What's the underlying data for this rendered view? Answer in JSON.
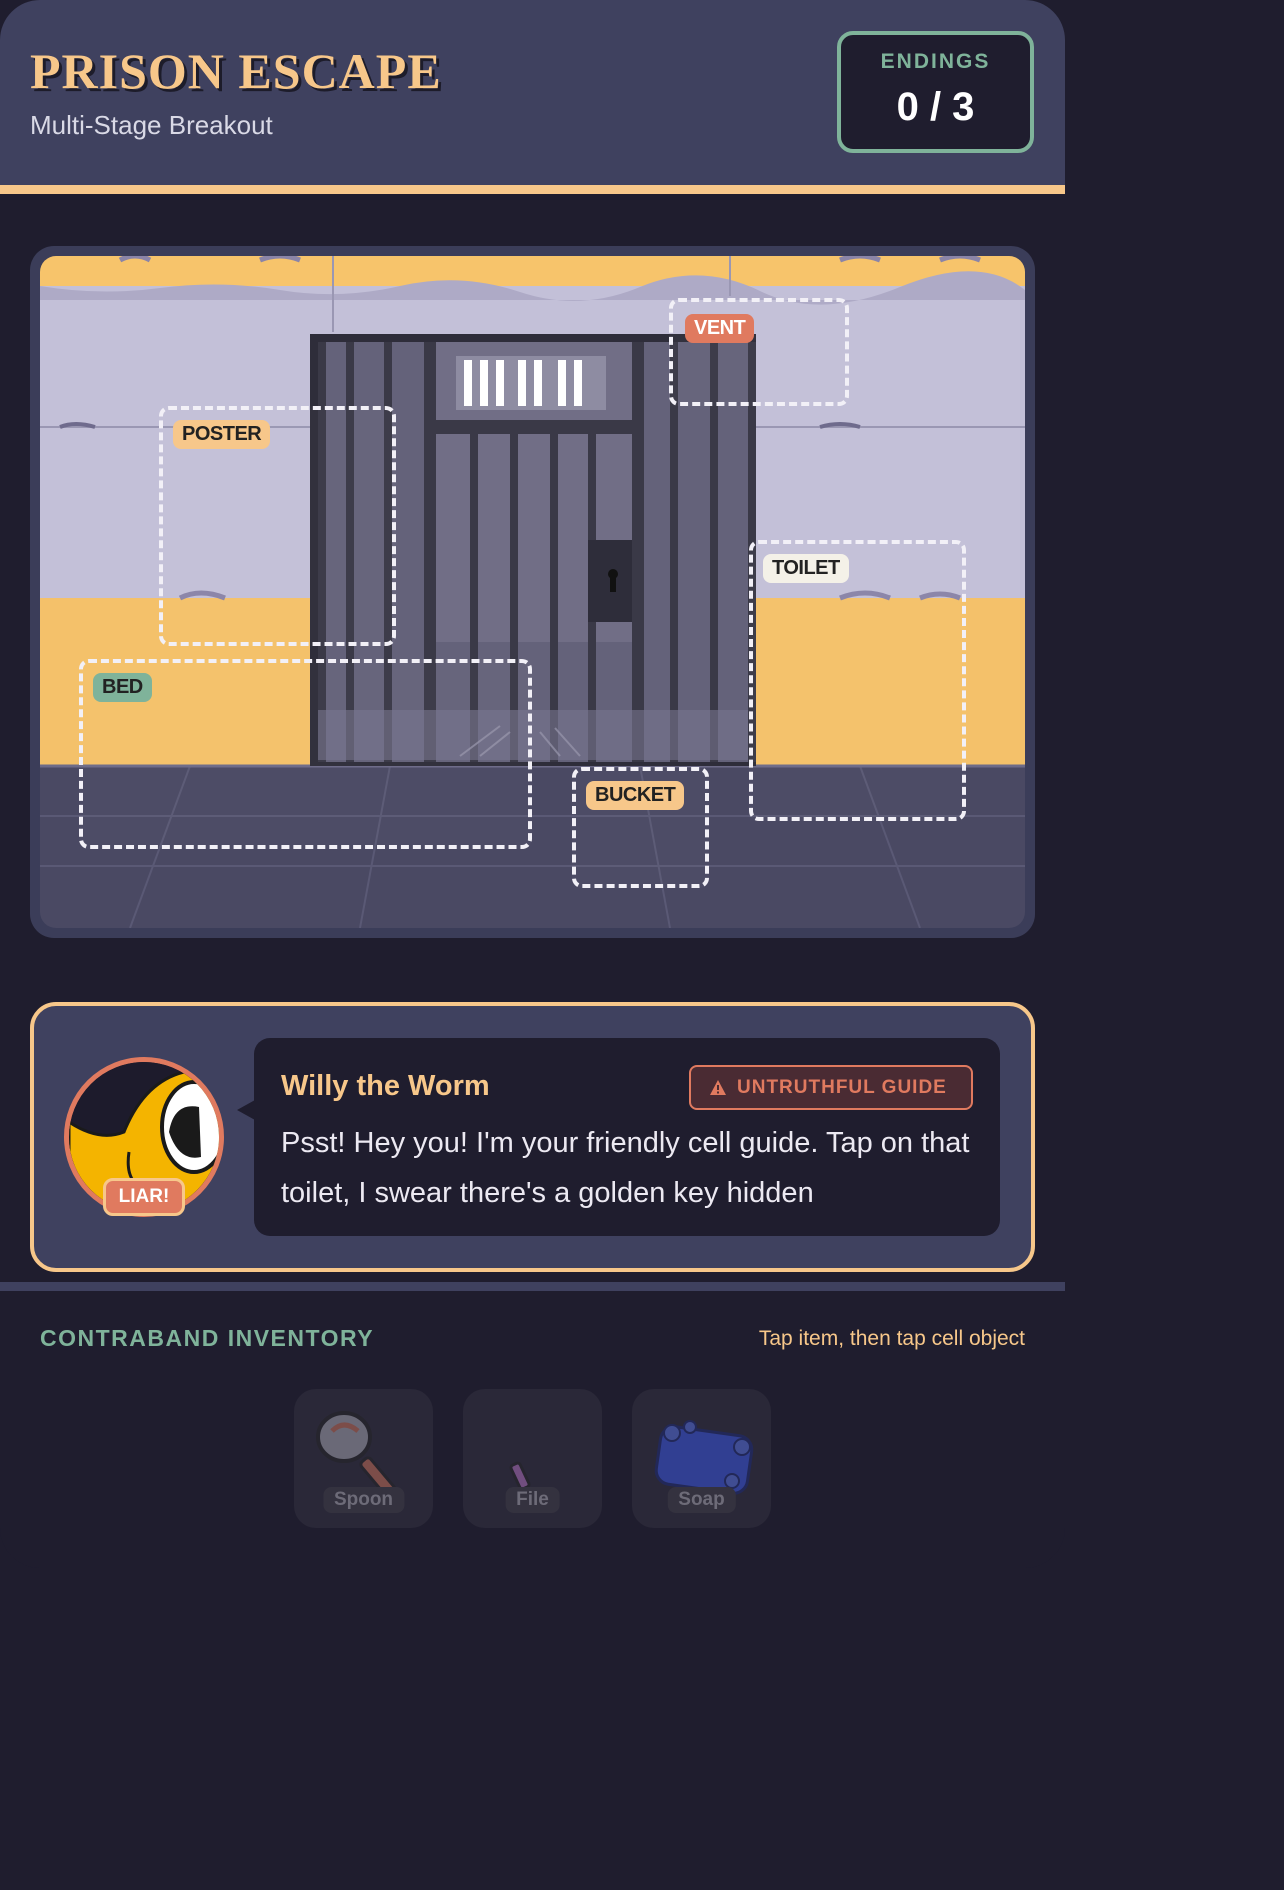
{
  "header": {
    "title": "PRISON ESCAPE",
    "subtitle": "Multi-Stage Breakout",
    "endings_label": "ENDINGS",
    "endings_count": "0 / 3"
  },
  "scene": {
    "hotspots": [
      {
        "id": "vent",
        "label": "VENT",
        "color": "#e07a5f"
      },
      {
        "id": "poster",
        "label": "POSTER",
        "color": "#f7c78a"
      },
      {
        "id": "toilet",
        "label": "TOILET",
        "color": "#f4f1e8"
      },
      {
        "id": "bed",
        "label": "BED",
        "color": "#7fb39a"
      },
      {
        "id": "bucket",
        "label": "BUCKET",
        "color": "#f7c78a"
      }
    ]
  },
  "dialogue": {
    "speaker": "Willy the Worm",
    "badge": "UNTRUTHFUL GUIDE",
    "avatar_badge": "LIAR!",
    "text": "Psst! Hey you! I'm your friendly cell guide. Tap on that toilet, I swear there's a golden key hidden"
  },
  "inventory": {
    "title": "CONTRABAND INVENTORY",
    "hint": "Tap item, then tap cell object",
    "items": [
      {
        "label": "Spoon",
        "icon": "spoon-icon"
      },
      {
        "label": "File",
        "icon": "file-icon"
      },
      {
        "label": "Soap",
        "icon": "soap-icon"
      }
    ]
  },
  "colors": {
    "accent": "#f7c78a",
    "teal": "#7fb39a",
    "danger": "#e07a5f",
    "panel": "#3f415f",
    "background": "#1f1d2e"
  }
}
